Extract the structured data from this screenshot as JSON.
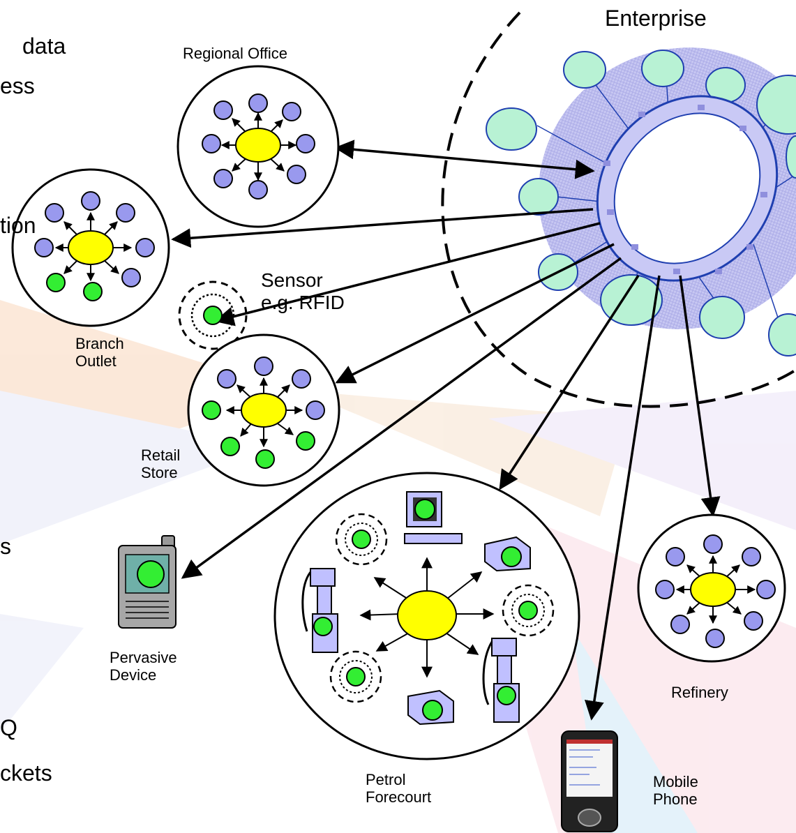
{
  "labels": {
    "enterprise": "Enterprise",
    "regional_office": "Regional Office",
    "branch_outlet": "Branch\nOutlet",
    "sensor": "Sensor\ne.g. RFID",
    "retail_store": "Retail\nStore",
    "pervasive_device": "Pervasive\nDevice",
    "petrol_forecourt": "Petrol\nForecourt",
    "refinery": "Refinery",
    "mobile_phone": "Mobile\nPhone"
  },
  "left_text_fragments": [
    "data",
    "ess",
    "tion",
    "s",
    "Q",
    "ckets"
  ],
  "colors": {
    "hub": "#ffff00",
    "endpoint_blue": "#9999ee",
    "endpoint_green": "#33ee33",
    "enterprise_node": "#b8f2d4",
    "enterprise_ring": "#c9c9f5",
    "arrow": "#000000"
  }
}
